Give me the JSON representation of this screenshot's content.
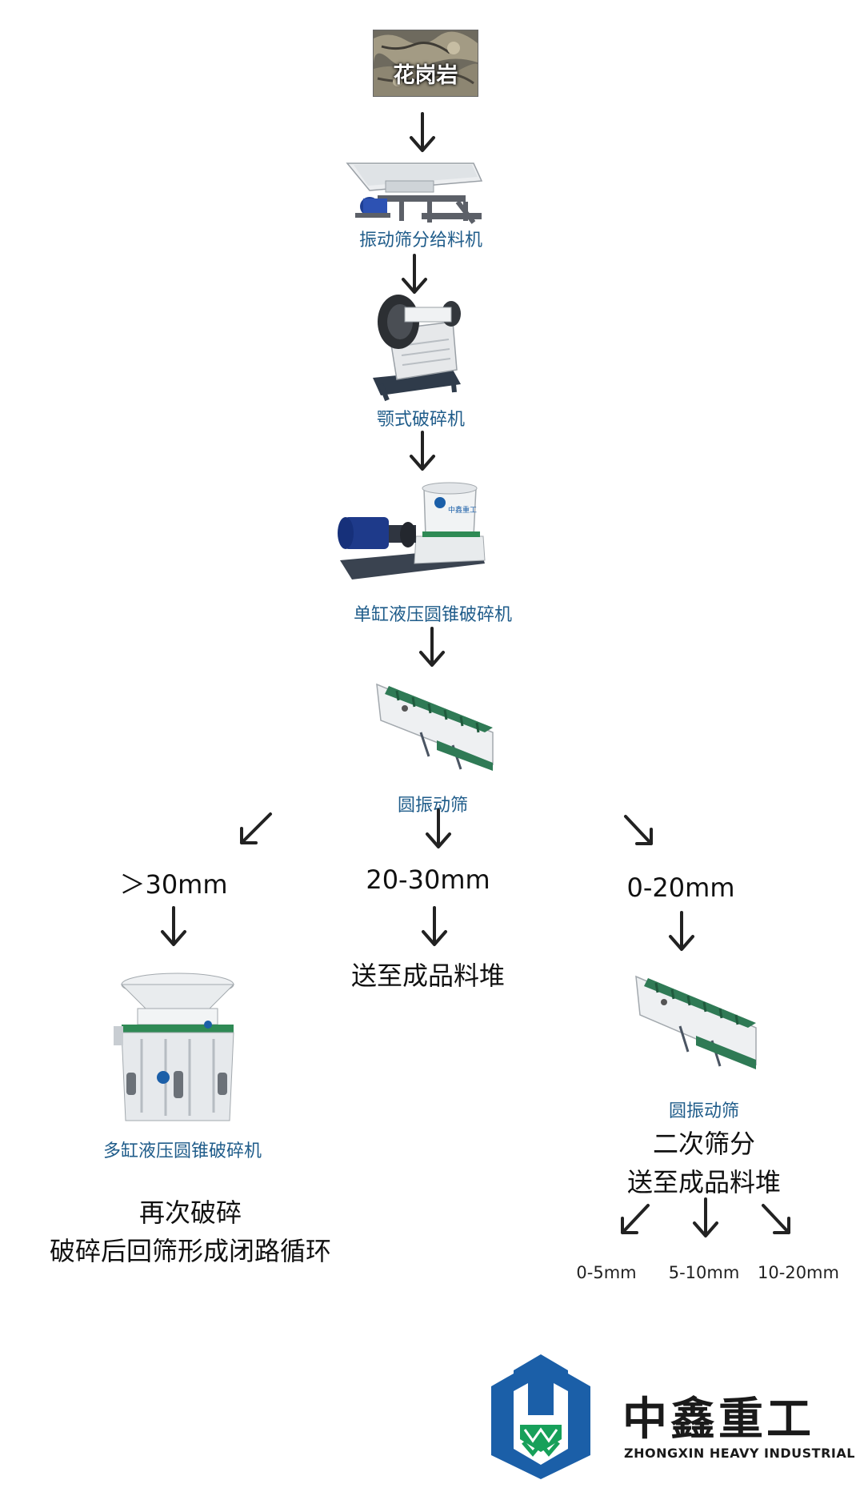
{
  "source": {
    "label": "花岗岩"
  },
  "feeder": {
    "label": "振动筛分给料机"
  },
  "jaw": {
    "label": "颚式破碎机"
  },
  "single_cone": {
    "label": "单缸液压圆锥破碎机",
    "brand_plate": "中鑫重工"
  },
  "screen1": {
    "label": "圆振动筛"
  },
  "branches": {
    "left": {
      "size": "＞30mm",
      "machine_label": "多缸液压圆锥破碎机",
      "note1": "再次破碎",
      "note2": "破碎后回筛形成闭路循环"
    },
    "middle": {
      "size": "20-30mm",
      "note": "送至成品料堆"
    },
    "right": {
      "size": "0-20mm",
      "machine_label": "圆振动筛",
      "note1": "二次筛分",
      "note2": "送至成品料堆",
      "outputs": [
        "0-5mm",
        "5-10mm",
        "10-20mm"
      ]
    }
  },
  "logo": {
    "cn": "中鑫重工",
    "en": "ZHONGXIN HEAVY INDUSTRIAL"
  },
  "colors": {
    "label_blue": "#1f5c8a",
    "logo_blue": "#1b5fa8",
    "logo_green": "#17a05a",
    "screen_green": "#2f7a55",
    "machine_gray": "#e4e7ea"
  }
}
